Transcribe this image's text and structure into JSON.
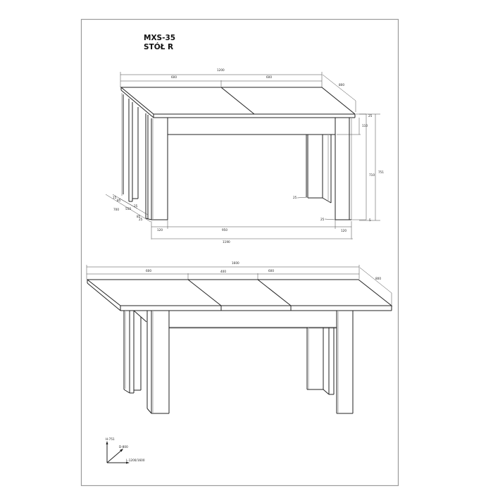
{
  "header": {
    "model": "MXS-35",
    "name": "STÓŁ R"
  },
  "view_closed": {
    "top_total_width": "1200",
    "top_left_segment": "600",
    "top_right_segment": "600",
    "depth": "800",
    "top_thickness": "25",
    "apron_height": "110",
    "leg_clear_height": "710",
    "total_height": "751",
    "foot_gap": "5",
    "leg_inset_left": "120",
    "leg_span": "950",
    "leg_inset_right": "120",
    "base_length": "1190",
    "leg_offset_back": "25",
    "leg_offset_front": "25",
    "side_dims": {
      "d15": "15",
      "d85_top": "85",
      "d25_top": "25",
      "d700": "700",
      "d550": "550",
      "d85_bottom": "85",
      "d25_bottom": "25"
    }
  },
  "view_extended": {
    "top_total_width": "1600",
    "left_segment": "600",
    "middle_insert": "400",
    "right_segment": "600",
    "depth": "800"
  },
  "axes_legend": {
    "height": "H-751",
    "depth": "D-800",
    "length": "L-1200/1600"
  },
  "colors": {
    "line": "#222222",
    "frame": "#9a9a9a",
    "shadow": "#a8a8a8",
    "background": "#ffffff"
  }
}
